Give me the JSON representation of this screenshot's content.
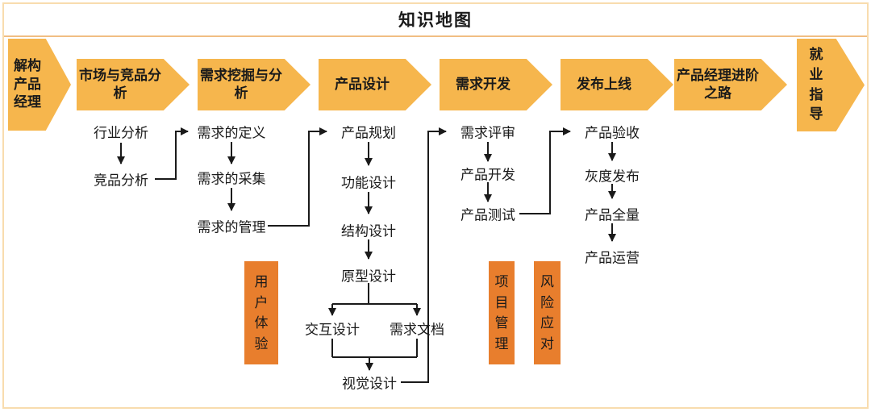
{
  "title": "知识地图",
  "entry_stage": {
    "label": "解构产品经理"
  },
  "exit_stage": {
    "label": "就业指导"
  },
  "stages": [
    {
      "label": "市场与竞品分析"
    },
    {
      "label": "需求挖掘与分析"
    },
    {
      "label": "产品设计"
    },
    {
      "label": "需求开发"
    },
    {
      "label": "发布上线"
    },
    {
      "label": "产品经理进阶之路"
    }
  ],
  "columns": [
    {
      "items": [
        "行业分析",
        "竞品分析"
      ]
    },
    {
      "items": [
        "需求的定义",
        "需求的采集",
        "需求的管理"
      ]
    },
    {
      "items": [
        "产品规划",
        "功能设计",
        "结构设计",
        "原型设计",
        "交互设计",
        "需求文档",
        "视觉设计"
      ]
    },
    {
      "items": [
        "需求评审",
        "产品开发",
        "产品测试"
      ]
    },
    {
      "items": [
        "产品验收",
        "灰度发布",
        "产品全量",
        "产品运营"
      ]
    }
  ],
  "tags": [
    "用户体验",
    "项目管理",
    "风险应对"
  ],
  "colors": {
    "stage_fill": "#F6B64D",
    "tag_fill": "#E87E2D",
    "border_outer": "#F8DCAE",
    "border_title": "#F1BE83",
    "text": "#1A1A1A",
    "connector": "#1A1A1A"
  }
}
